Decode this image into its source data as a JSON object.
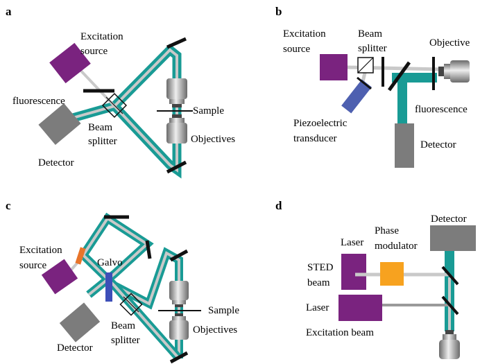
{
  "figure": {
    "panels": [
      {
        "letter": "a",
        "labels": {
          "excitation_source_line1": "Excitation",
          "excitation_source_line2": "source",
          "fluorescence": "fluorescence",
          "beam_splitter_line1": "Beam",
          "beam_splitter_line2": "splitter",
          "detector": "Detector",
          "sample": "Sample",
          "objectives": "Objectives"
        }
      },
      {
        "letter": "b",
        "labels": {
          "excitation_source_line1": "Excitation",
          "excitation_source_line2": "source",
          "beam_splitter_line1": "Beam",
          "beam_splitter_line2": "splitter",
          "objective": "Objective",
          "fluorescence": "fluorescence",
          "piezo_line1": "Piezoelectric",
          "piezo_line2": "transducer",
          "detector": "Detector"
        }
      },
      {
        "letter": "c",
        "labels": {
          "excitation_source_line1": "Excitation",
          "excitation_source_line2": "source",
          "galvo": "Galvo",
          "detector": "Detector",
          "beam_splitter_line1": "Beam",
          "beam_splitter_line2": "splitter",
          "sample": "Sample",
          "objectives": "Objectives"
        }
      },
      {
        "letter": "d",
        "labels": {
          "detector": "Detector",
          "laser_top": "Laser",
          "phase_modulator_line1": "Phase",
          "phase_modulator_line2": "modulator",
          "sted_beam_line1": "STED",
          "sted_beam_line2": "beam",
          "laser_bottom": "Laser",
          "excitation_beam": "Excitation beam"
        }
      }
    ],
    "colors": {
      "beam_teal": "#199b95",
      "beam_core": "#c9c9c9",
      "source_purple": "#7a237f",
      "detector_gray": "#7c7c7c",
      "piezo_blue": "#4e60b0",
      "galvo_blue": "#3d4fb8",
      "galvo_orange": "#e8742a",
      "phase_orange": "#f7a21f",
      "mirror_black": "#111111"
    }
  }
}
